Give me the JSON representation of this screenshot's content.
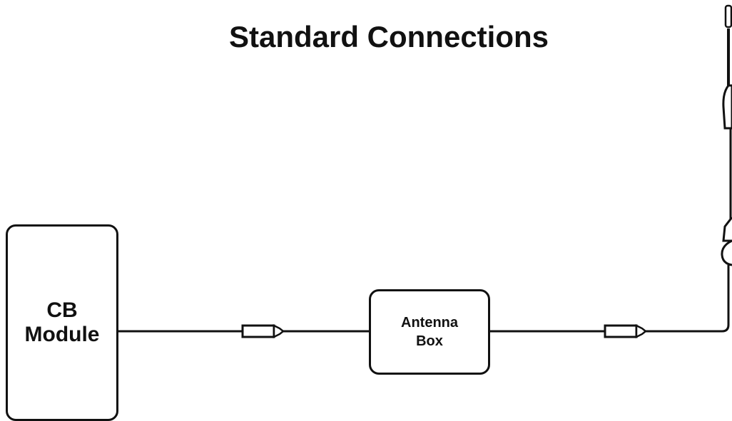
{
  "title": "Standard Connections",
  "cb_module": {
    "line1": "CB",
    "line2": "Module"
  },
  "antenna_box": {
    "line1": "Antenna",
    "line2": "Box"
  }
}
